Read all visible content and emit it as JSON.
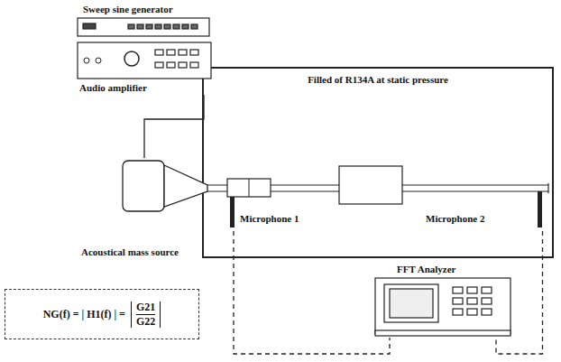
{
  "diagram": {
    "nodes": [
      {
        "text": [
          "Filled of R134A at static pressure"
        ]
      },
      {
        "text": [
          "Sweep sine generator"
        ]
      },
      {
        "text": [
          "Audio amplifier"
        ]
      },
      {
        "text": [
          "Acoustical mass source"
        ]
      },
      {
        "text": [
          "Microphone 1"
        ],
        "in": 0
      },
      {
        "text": [
          "Microphone 2"
        ],
        "in": 0
      },
      {
        "text": [
          "FFT Analyzer"
        ]
      },
      {
        "text": [
          "NG(f) = | H1(f) | =",
          "G21",
          "G22"
        ]
      }
    ],
    "edges": [
      {
        "from": 2,
        "to": 3,
        "arrow": "none"
      },
      {
        "from": 4,
        "to": 6,
        "arrow": "none"
      },
      {
        "from": 5,
        "to": 6,
        "arrow": "none"
      }
    ]
  }
}
